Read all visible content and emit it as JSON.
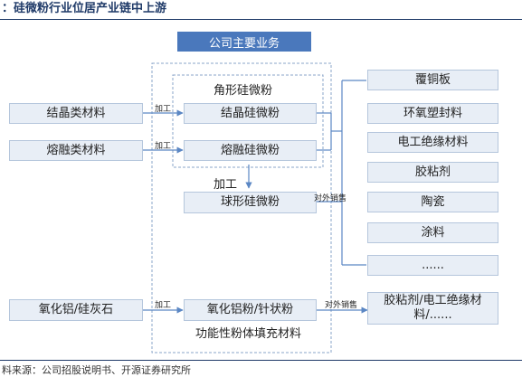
{
  "title": "：硅微粉行业位居产业链中上游",
  "header": "公司主要业务",
  "left_inputs": [
    "结晶类材料",
    "熔融类材料",
    "氧化铝/硅灰石"
  ],
  "process_label": "加工",
  "angular_group_label": "角形硅微粉",
  "products": {
    "crystalline": "结晶硅微粉",
    "fused": "熔融硅微粉",
    "spherical": "球形硅微粉",
    "alumina_needle": "氧化铝粉/针状粉"
  },
  "process_label_large": "加工",
  "external_sales": "对外销售",
  "functional_group_label": "功能性粉体填充材料",
  "applications": [
    "覆铜板",
    "环氧塑封料",
    "电工绝缘材料",
    "胶粘剂",
    "陶瓷",
    "涂料",
    "......"
  ],
  "bottom_application": "胶粘剂/电工绝缘材料/......",
  "source": "料来源：公司招股说明书、开源证券研究所"
}
